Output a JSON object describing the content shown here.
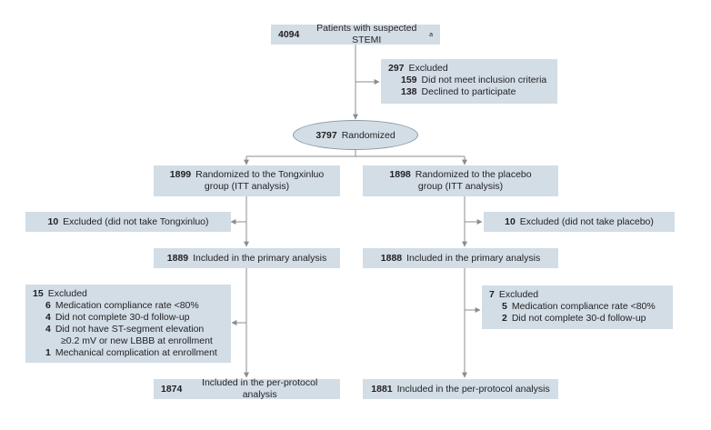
{
  "colors": {
    "box": "#d2dde6",
    "line": "#8c8c8c",
    "text": "#231f20"
  },
  "screening": {
    "n": "4094",
    "text": "Patients with suspected STEMI",
    "sup": "a"
  },
  "excluded_pre": {
    "n": "297",
    "label": "Excluded",
    "items": [
      {
        "n": "159",
        "text": "Did not meet inclusion criteria"
      },
      {
        "n": "138",
        "text": "Declined to participate"
      }
    ]
  },
  "randomized": {
    "n": "3797",
    "text": "Randomized"
  },
  "left": {
    "allocated": {
      "n": "1899",
      "line1": "Randomized to the Tongxinluo",
      "line2": "group (ITT analysis)"
    },
    "excluded_itt": {
      "n": "10",
      "text": "Excluded (did not take Tongxinluo)"
    },
    "primary": {
      "n": "1889",
      "text": "Included in the primary analysis"
    },
    "excluded_pp": {
      "n": "15",
      "label": "Excluded",
      "items": [
        {
          "n": "6",
          "text": "Medication compliance rate <80%"
        },
        {
          "n": "4",
          "text": "Did not complete 30-d follow-up"
        },
        {
          "n": "4",
          "text": "Did not have ST-segment elevation",
          "cont": "≥0.2 mV or new LBBB at enrollment"
        },
        {
          "n": "1",
          "text": "Mechanical complication at enrollment"
        }
      ]
    },
    "per_protocol": {
      "n": "1874",
      "text": "Included in the per-protocol analysis"
    }
  },
  "right": {
    "allocated": {
      "n": "1898",
      "line1": "Randomized to the placebo",
      "line2": "group (ITT analysis)"
    },
    "excluded_itt": {
      "n": "10",
      "text": "Excluded (did not take placebo)"
    },
    "primary": {
      "n": "1888",
      "text": "Included in the primary analysis"
    },
    "excluded_pp": {
      "n": "7",
      "label": "Excluded",
      "items": [
        {
          "n": "5",
          "text": "Medication compliance rate <80%"
        },
        {
          "n": "2",
          "text": "Did not complete 30-d follow-up"
        }
      ]
    },
    "per_protocol": {
      "n": "1881",
      "text": "Included in the per-protocol analysis"
    }
  }
}
